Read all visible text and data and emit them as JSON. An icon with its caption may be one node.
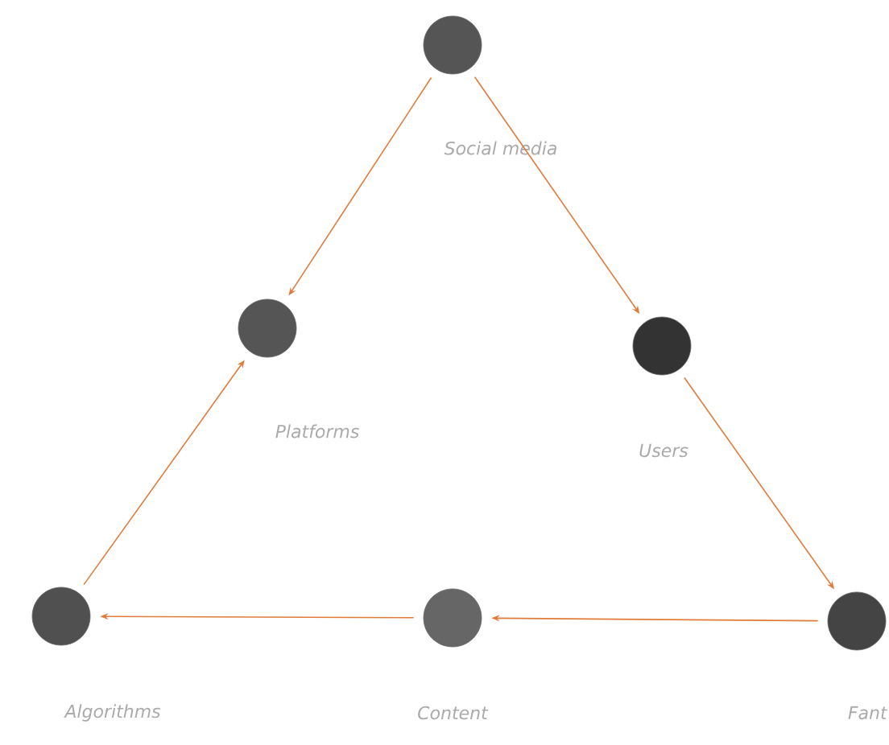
{
  "diagram": {
    "nodes": [
      {
        "text": [
          "Social media"
        ]
      },
      {
        "text": [
          "Platforms"
        ]
      },
      {
        "text": [
          "Users"
        ]
      },
      {
        "text": [
          "Algorithms"
        ]
      },
      {
        "text": [
          "Content"
        ]
      },
      {
        "text": [
          "Fant"
        ]
      }
    ],
    "edges": [
      {
        "from": 0,
        "to": 1,
        "arrow": "to"
      },
      {
        "from": 0,
        "to": 2,
        "arrow": "to"
      },
      {
        "from": 2,
        "to": 5,
        "arrow": "to"
      },
      {
        "from": 5,
        "to": 4,
        "arrow": "to"
      },
      {
        "from": 4,
        "to": 3,
        "arrow": "to"
      },
      {
        "from": 3,
        "to": 1,
        "arrow": "to"
      }
    ]
  }
}
